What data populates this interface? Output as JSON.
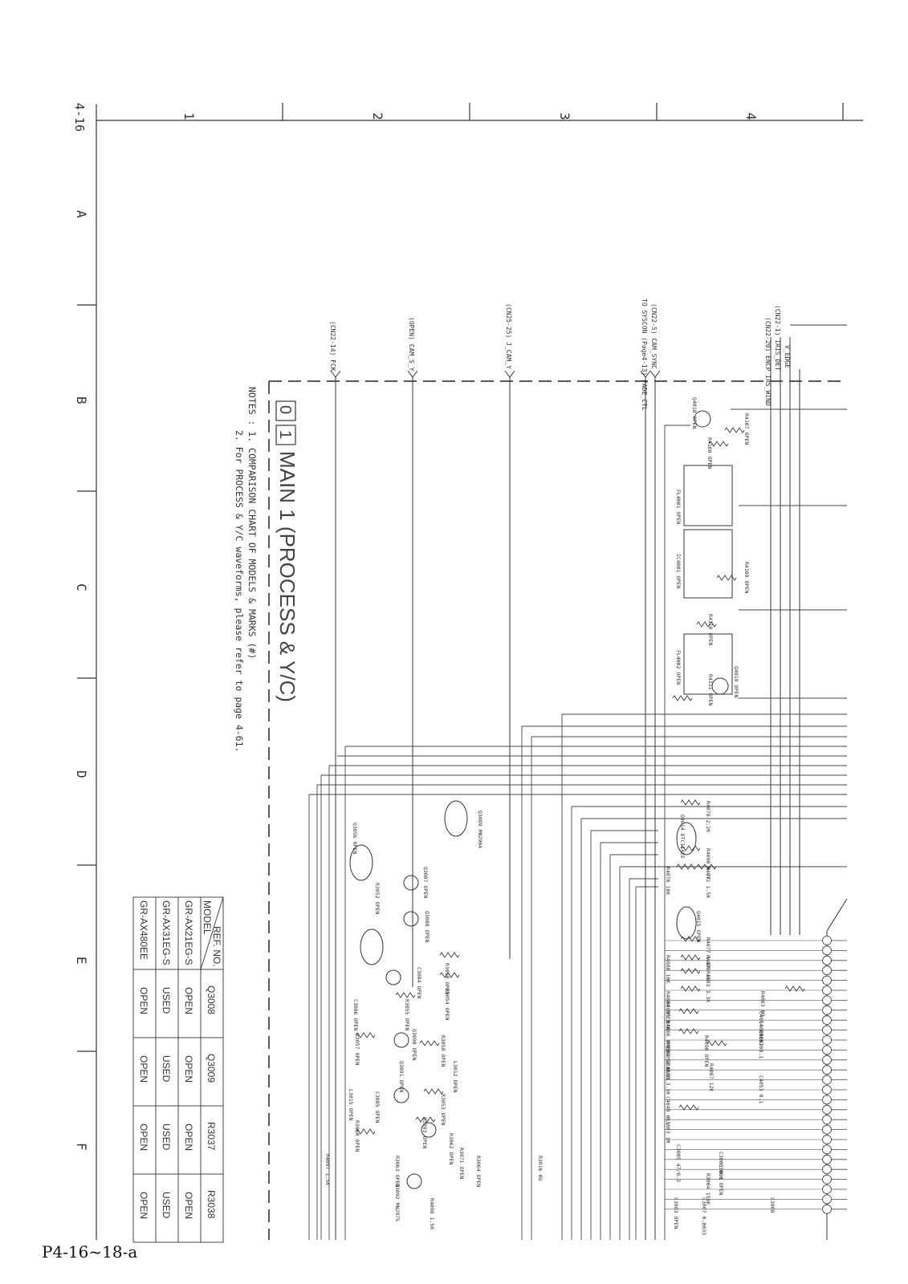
{
  "page_number": "4-16",
  "footer": "P4-16~18-a",
  "columns": [
    "1",
    "2",
    "3",
    "4"
  ],
  "rows": [
    "A",
    "B",
    "C",
    "D",
    "E",
    "F"
  ],
  "title": {
    "box1": "0",
    "box2": "1",
    "text": "MAIN 1 (PROCESS & Y/C)"
  },
  "notes": {
    "heading": "NOTES : 1. COMPARISON CHART OF MODELS & MARKS (#)",
    "line2": "2. For PROCESS & Y/C waveforms, please refer to page 4-61."
  },
  "signals": [
    {
      "label": "(CN22-14) FCK"
    },
    {
      "label": "(OPEN) CAM_S_Y"
    },
    {
      "label": "(CN25-25) J_CAM_Y"
    },
    {
      "label": "TO SYSCON (Page4-13) FADE_CTL"
    },
    {
      "label": "(CN22-5) CAM_SYNC"
    },
    {
      "label": "(CN22-1) IRIS_DET"
    },
    {
      "label": "(CN22-20) ENCP IRS_WIND"
    },
    {
      "label": "V_EDGE"
    }
  ],
  "components": [
    {
      "ref": "Q4018",
      "val": "OPEN"
    },
    {
      "ref": "R4108",
      "val": "OPEN"
    },
    {
      "ref": "R4107",
      "val": "OPEN"
    },
    {
      "ref": "FL4001",
      "val": "OPEN"
    },
    {
      "ref": "IC4001",
      "val": "OPEN"
    },
    {
      "ref": "R4109",
      "val": "OPEN"
    },
    {
      "ref": "R4110",
      "val": "OPEN"
    },
    {
      "ref": "FL4002",
      "val": "OPEN"
    },
    {
      "ref": "R4111",
      "val": "OPEN"
    },
    {
      "ref": "Q4019",
      "val": "OPEN"
    },
    {
      "ref": "R4078",
      "val": "2.2K"
    },
    {
      "ref": "Q4014",
      "val": "DTC114EE"
    },
    {
      "ref": "R4090",
      "val": "4.7K"
    },
    {
      "ref": "R4070",
      "val": "10K"
    },
    {
      "ref": "R4071",
      "val": "1.5K"
    },
    {
      "ref": "Q4015",
      "val": "OPEN"
    },
    {
      "ref": "R4077",
      "val": "1.8K"
    },
    {
      "ref": "R4080",
      "val": "10K"
    },
    {
      "ref": "R4079",
      "val": "1K"
    },
    {
      "ref": "R4103",
      "val": "3.3K"
    },
    {
      "ref": "R4084",
      "val": "OPEN"
    },
    {
      "ref": "R4083",
      "val": "0Ω"
    },
    {
      "ref": "R4091",
      "val": "24K"
    },
    {
      "ref": "R4086",
      "val": "OPEN"
    },
    {
      "ref": "C4054",
      "val": "OPEN"
    },
    {
      "ref": "C4050",
      "val": "620"
    },
    {
      "ref": "C4051",
      "val": "0.1"
    },
    {
      "ref": "R4092",
      "val": "9.1K"
    },
    {
      "ref": "R4090",
      "val": "OPEN"
    },
    {
      "ref": "C4052",
      "val": "0.01"
    },
    {
      "ref": "R4088",
      "val": "3.3K"
    },
    {
      "ref": "R4087",
      "val": "12K"
    },
    {
      "ref": "C4053",
      "val": "0.1"
    },
    {
      "ref": "C4049",
      "val": "0.1"
    },
    {
      "ref": "R3003",
      "val": "1M"
    },
    {
      "ref": "C3005",
      "val": "47/6.3"
    },
    {
      "ref": "C3003",
      "val": "0.1"
    },
    {
      "ref": "C3006",
      "val": "OPEN"
    },
    {
      "ref": "R3004",
      "val": "150K"
    },
    {
      "ref": "C3083",
      "val": "OPEN"
    },
    {
      "ref": "C3007",
      "val": "0.0033"
    },
    {
      "ref": "C3008",
      "val": ""
    },
    {
      "ref": "Q3089",
      "val": "MN2904"
    },
    {
      "ref": "Q3056",
      "val": "OPEN"
    },
    {
      "ref": "Q3087",
      "val": "OPEN"
    },
    {
      "ref": "R3052",
      "val": "OPEN"
    },
    {
      "ref": "Q3088",
      "val": "OPEN"
    },
    {
      "ref": "R3050",
      "val": "OPEN"
    },
    {
      "ref": "R3054",
      "val": "OPEN"
    },
    {
      "ref": "C3084",
      "val": "OPEN"
    },
    {
      "ref": "C3086",
      "val": "OPEN"
    },
    {
      "ref": "R3055",
      "val": "OPEN"
    },
    {
      "ref": "Q3090",
      "val": "OPEN"
    },
    {
      "ref": "R3057",
      "val": "OPEN"
    },
    {
      "ref": "R3058",
      "val": "OPEN"
    },
    {
      "ref": "L3012",
      "val": "OPEN"
    },
    {
      "ref": "L3015",
      "val": "OPEN"
    },
    {
      "ref": "C3085",
      "val": "OPEN"
    },
    {
      "ref": "R3053",
      "val": "OPEN"
    },
    {
      "ref": "Q3091",
      "val": "OPEN"
    },
    {
      "ref": "R3060",
      "val": "OPEN"
    },
    {
      "ref": "Q3093",
      "val": "OPEN"
    },
    {
      "ref": "R3062",
      "val": "OPEN"
    },
    {
      "ref": "R3063",
      "val": "OPEN"
    },
    {
      "ref": "R3071",
      "val": "OPEN"
    },
    {
      "ref": "R3064",
      "val": "OPEN"
    },
    {
      "ref": "R3016",
      "val": "0Ω"
    },
    {
      "ref": "R4097",
      "val": "1.5K"
    },
    {
      "ref": "Q3092",
      "val": "MN2975"
    },
    {
      "ref": "R4098",
      "val": "1.5K"
    }
  ],
  "comparison_table": {
    "corner_model": "MODEL",
    "corner_ref": "REF. NO.",
    "headers": [
      "Q3008",
      "Q3009",
      "R3037",
      "R3038"
    ],
    "rows": [
      {
        "model": "GR-AX21EG-S",
        "values": [
          "OPEN",
          "OPEN",
          "OPEN",
          "OPEN"
        ]
      },
      {
        "model": "GR-AX31EG-S",
        "values": [
          "USED",
          "USED",
          "USED",
          "USED"
        ]
      },
      {
        "model": "GR-AX480EE",
        "values": [
          "OPEN",
          "OPEN",
          "OPEN",
          "OPEN"
        ]
      }
    ]
  }
}
